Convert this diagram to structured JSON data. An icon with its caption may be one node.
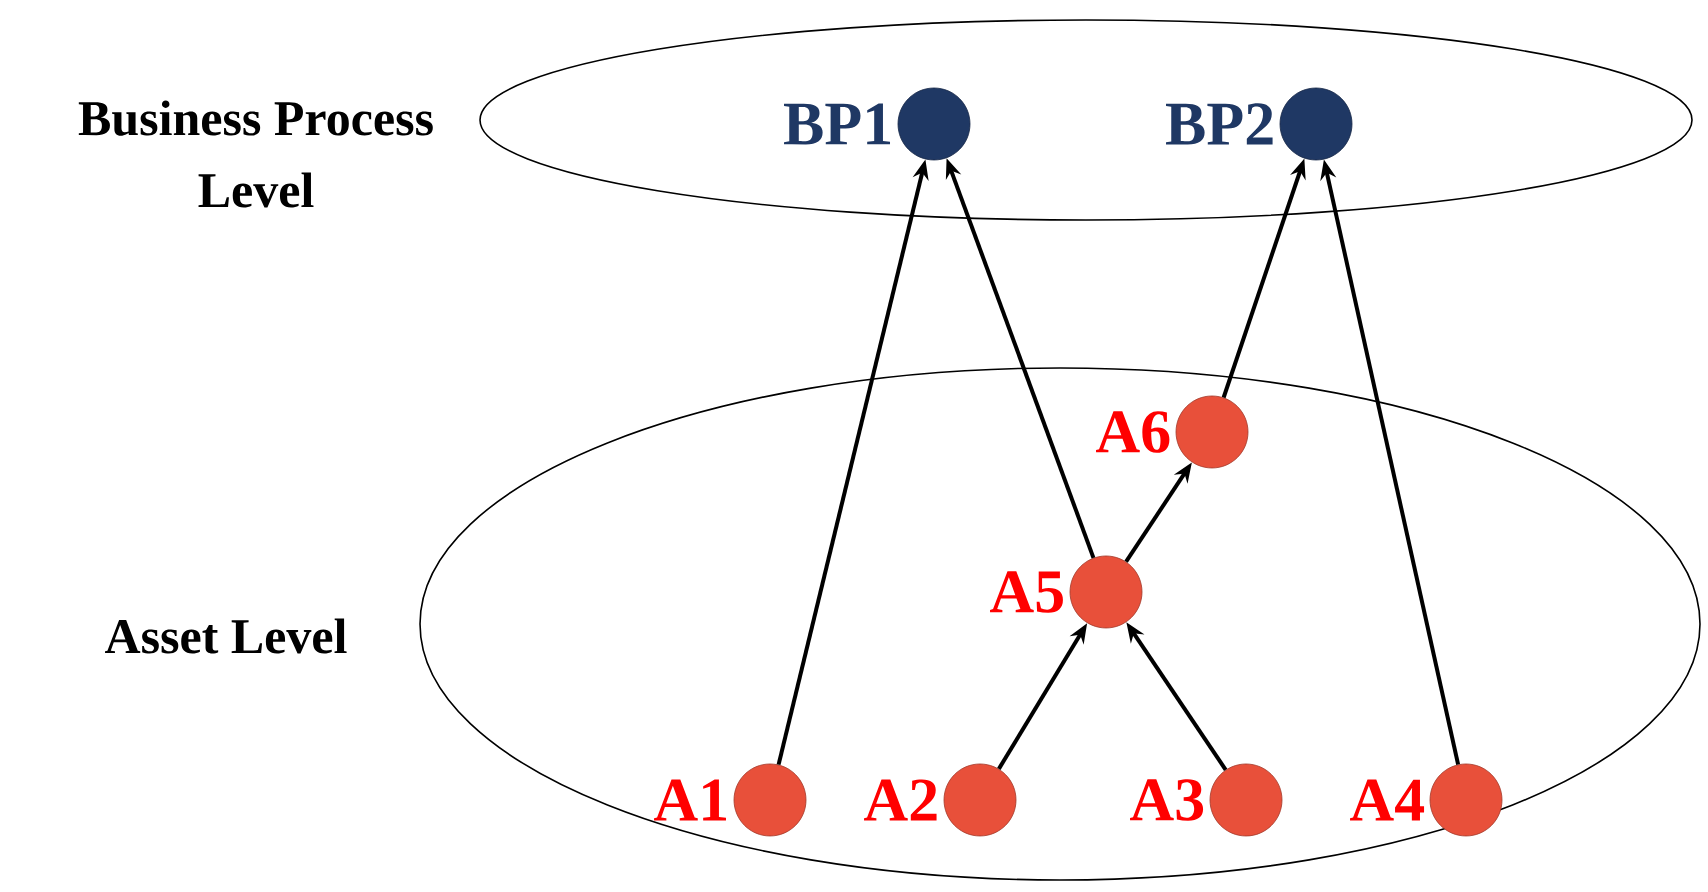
{
  "diagram": {
    "nodes": [
      {
        "text": [
          "Business Process Level"
        ]
      },
      {
        "text": [
          "BP1"
        ],
        "in": 0
      },
      {
        "text": [
          "BP2"
        ],
        "in": 0
      },
      {
        "text": [
          "Asset Level"
        ]
      },
      {
        "text": [
          "A6"
        ],
        "in": 3
      },
      {
        "text": [
          "A5"
        ],
        "in": 3
      },
      {
        "text": [
          "A1"
        ],
        "in": 3
      },
      {
        "text": [
          "A2"
        ],
        "in": 3
      },
      {
        "text": [
          "A3"
        ],
        "in": 3
      },
      {
        "text": [
          "A4"
        ],
        "in": 3
      }
    ],
    "edges": [
      {
        "from": 6,
        "to": 1,
        "arrow": "to"
      },
      {
        "from": 5,
        "to": 1,
        "arrow": "to"
      },
      {
        "from": 4,
        "to": 2,
        "arrow": "to"
      },
      {
        "from": 9,
        "to": 2,
        "arrow": "to"
      },
      {
        "from": 7,
        "to": 5,
        "arrow": "to"
      },
      {
        "from": 8,
        "to": 5,
        "arrow": "to"
      },
      {
        "from": 5,
        "to": 4,
        "arrow": "to"
      }
    ]
  }
}
